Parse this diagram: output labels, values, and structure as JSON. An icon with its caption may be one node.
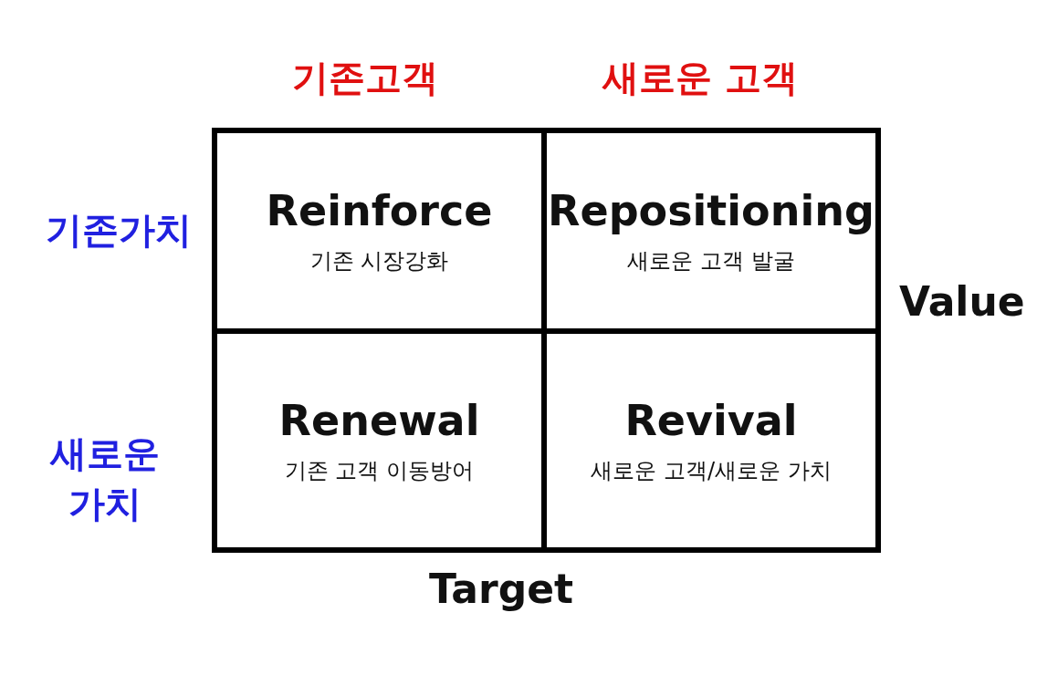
{
  "diagram": {
    "nodes": [
      {
        "text": [
          "Reinforce",
          "기존 시장강화"
        ]
      },
      {
        "text": [
          "Repositioning",
          "새로운 고객 발굴"
        ]
      },
      {
        "text": [
          "Renewal",
          "기존 고객 이동방어"
        ]
      },
      {
        "text": [
          "Revival",
          "새로운 고객/새로운 가치"
        ]
      }
    ],
    "labels": [
      "기존고객",
      "새로운 고객",
      "기존가치",
      "Value",
      "새로운 가치",
      "Target"
    ]
  }
}
